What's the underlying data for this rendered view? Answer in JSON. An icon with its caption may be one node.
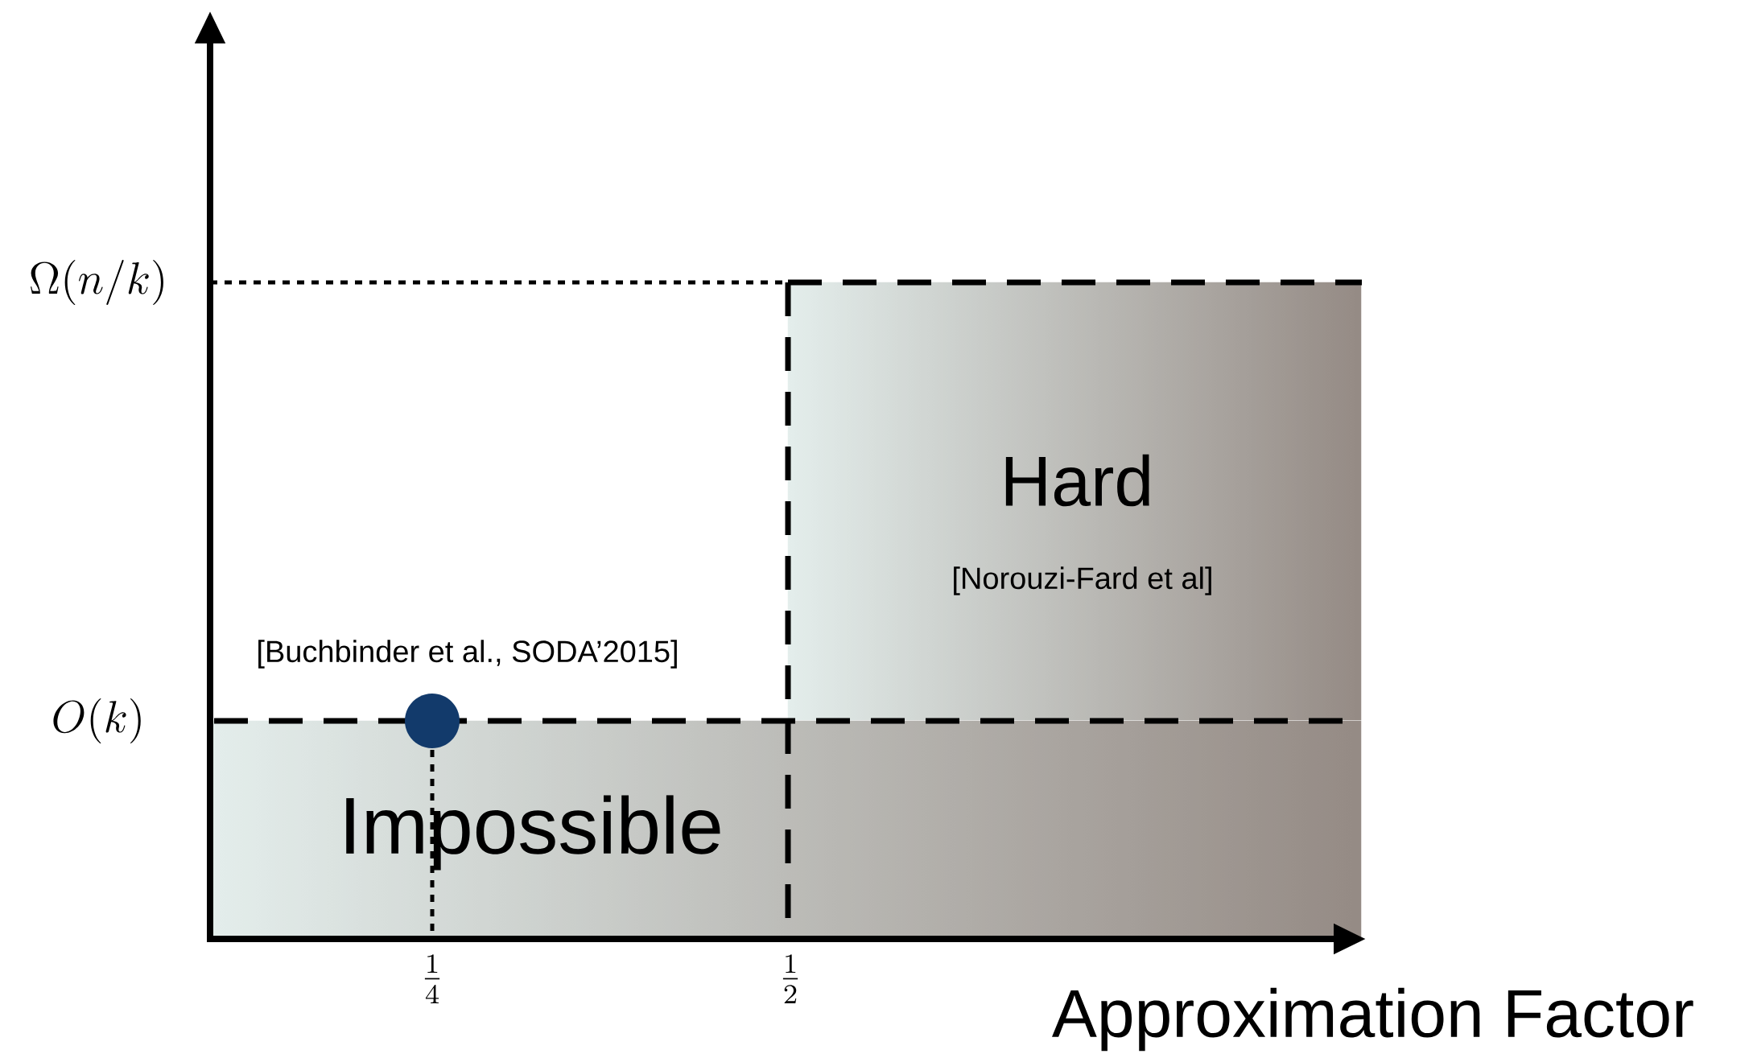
{
  "diagram": {
    "nodes": [
      {
        "text": [
          "Hard",
          "[Norouzi-Fard et al]"
        ]
      },
      {
        "text": [],
        "shape": "circle",
        "beside": [
          "[Buchbinder et al., SODA’2015]"
        ]
      },
      {
        "text": [
          "Impossible"
        ]
      }
    ],
    "labels": [
      "\\Omega(n/k)",
      "O(k)",
      "\\frac{1}{4}",
      "\\frac{1}{2}",
      "Approximation Factor"
    ]
  }
}
